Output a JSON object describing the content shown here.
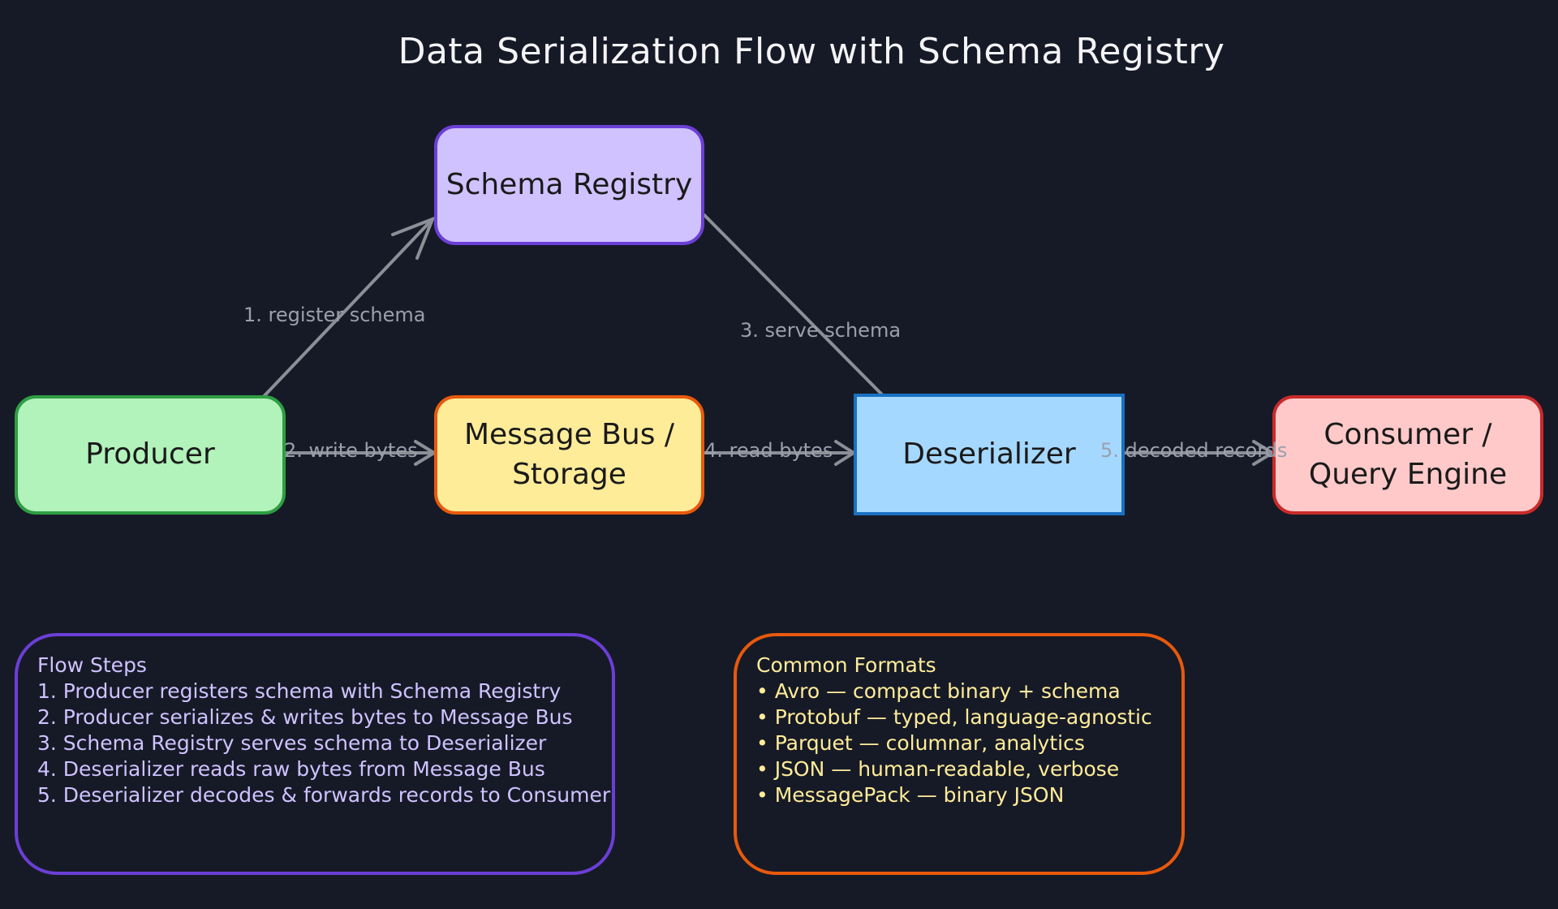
{
  "title": "Data Serialization Flow with Schema Registry",
  "colors": {
    "background": "#161a27",
    "edge": "#8c8f96",
    "registry_fill": "#cfc2ff",
    "registry_border": "#6b3fd6",
    "producer_fill": "#b2f2bb",
    "producer_border": "#2f9e44",
    "bus_fill": "#ffec99",
    "bus_border": "#e8590c",
    "deserializer_fill": "#a5d8ff",
    "deserializer_border": "#1971c2",
    "consumer_fill": "#ffc9c9",
    "consumer_border": "#c92a2a",
    "steps_text": "#cfc2ff",
    "steps_border": "#6b3fd6",
    "formats_text": "#ffec99",
    "formats_border": "#e8590c"
  },
  "nodes": {
    "schema_registry": "Schema Registry",
    "producer": "Producer",
    "message_bus": "Message Bus /\nStorage",
    "deserializer": "Deserializer",
    "consumer": "Consumer /\nQuery Engine"
  },
  "edges": {
    "register": "1. register schema",
    "write": "2. write bytes",
    "serve": "3. serve schema",
    "read": "4. read bytes",
    "decoded": "5. decoded records"
  },
  "flow_steps": {
    "heading": "Flow Steps",
    "items": [
      "1. Producer registers schema with Schema Registry",
      "2. Producer serializes & writes bytes to Message Bus",
      "3. Schema Registry serves schema to Deserializer",
      "4. Deserializer reads raw bytes from Message Bus",
      "5. Deserializer decodes & forwards records to Consumer"
    ]
  },
  "formats": {
    "heading": "Common Formats",
    "items": [
      "• Avro — compact binary + schema",
      "• Protobuf — typed, language-agnostic",
      "• Parquet — columnar, analytics",
      "• JSON — human-readable, verbose",
      "• MessagePack — binary JSON"
    ]
  }
}
